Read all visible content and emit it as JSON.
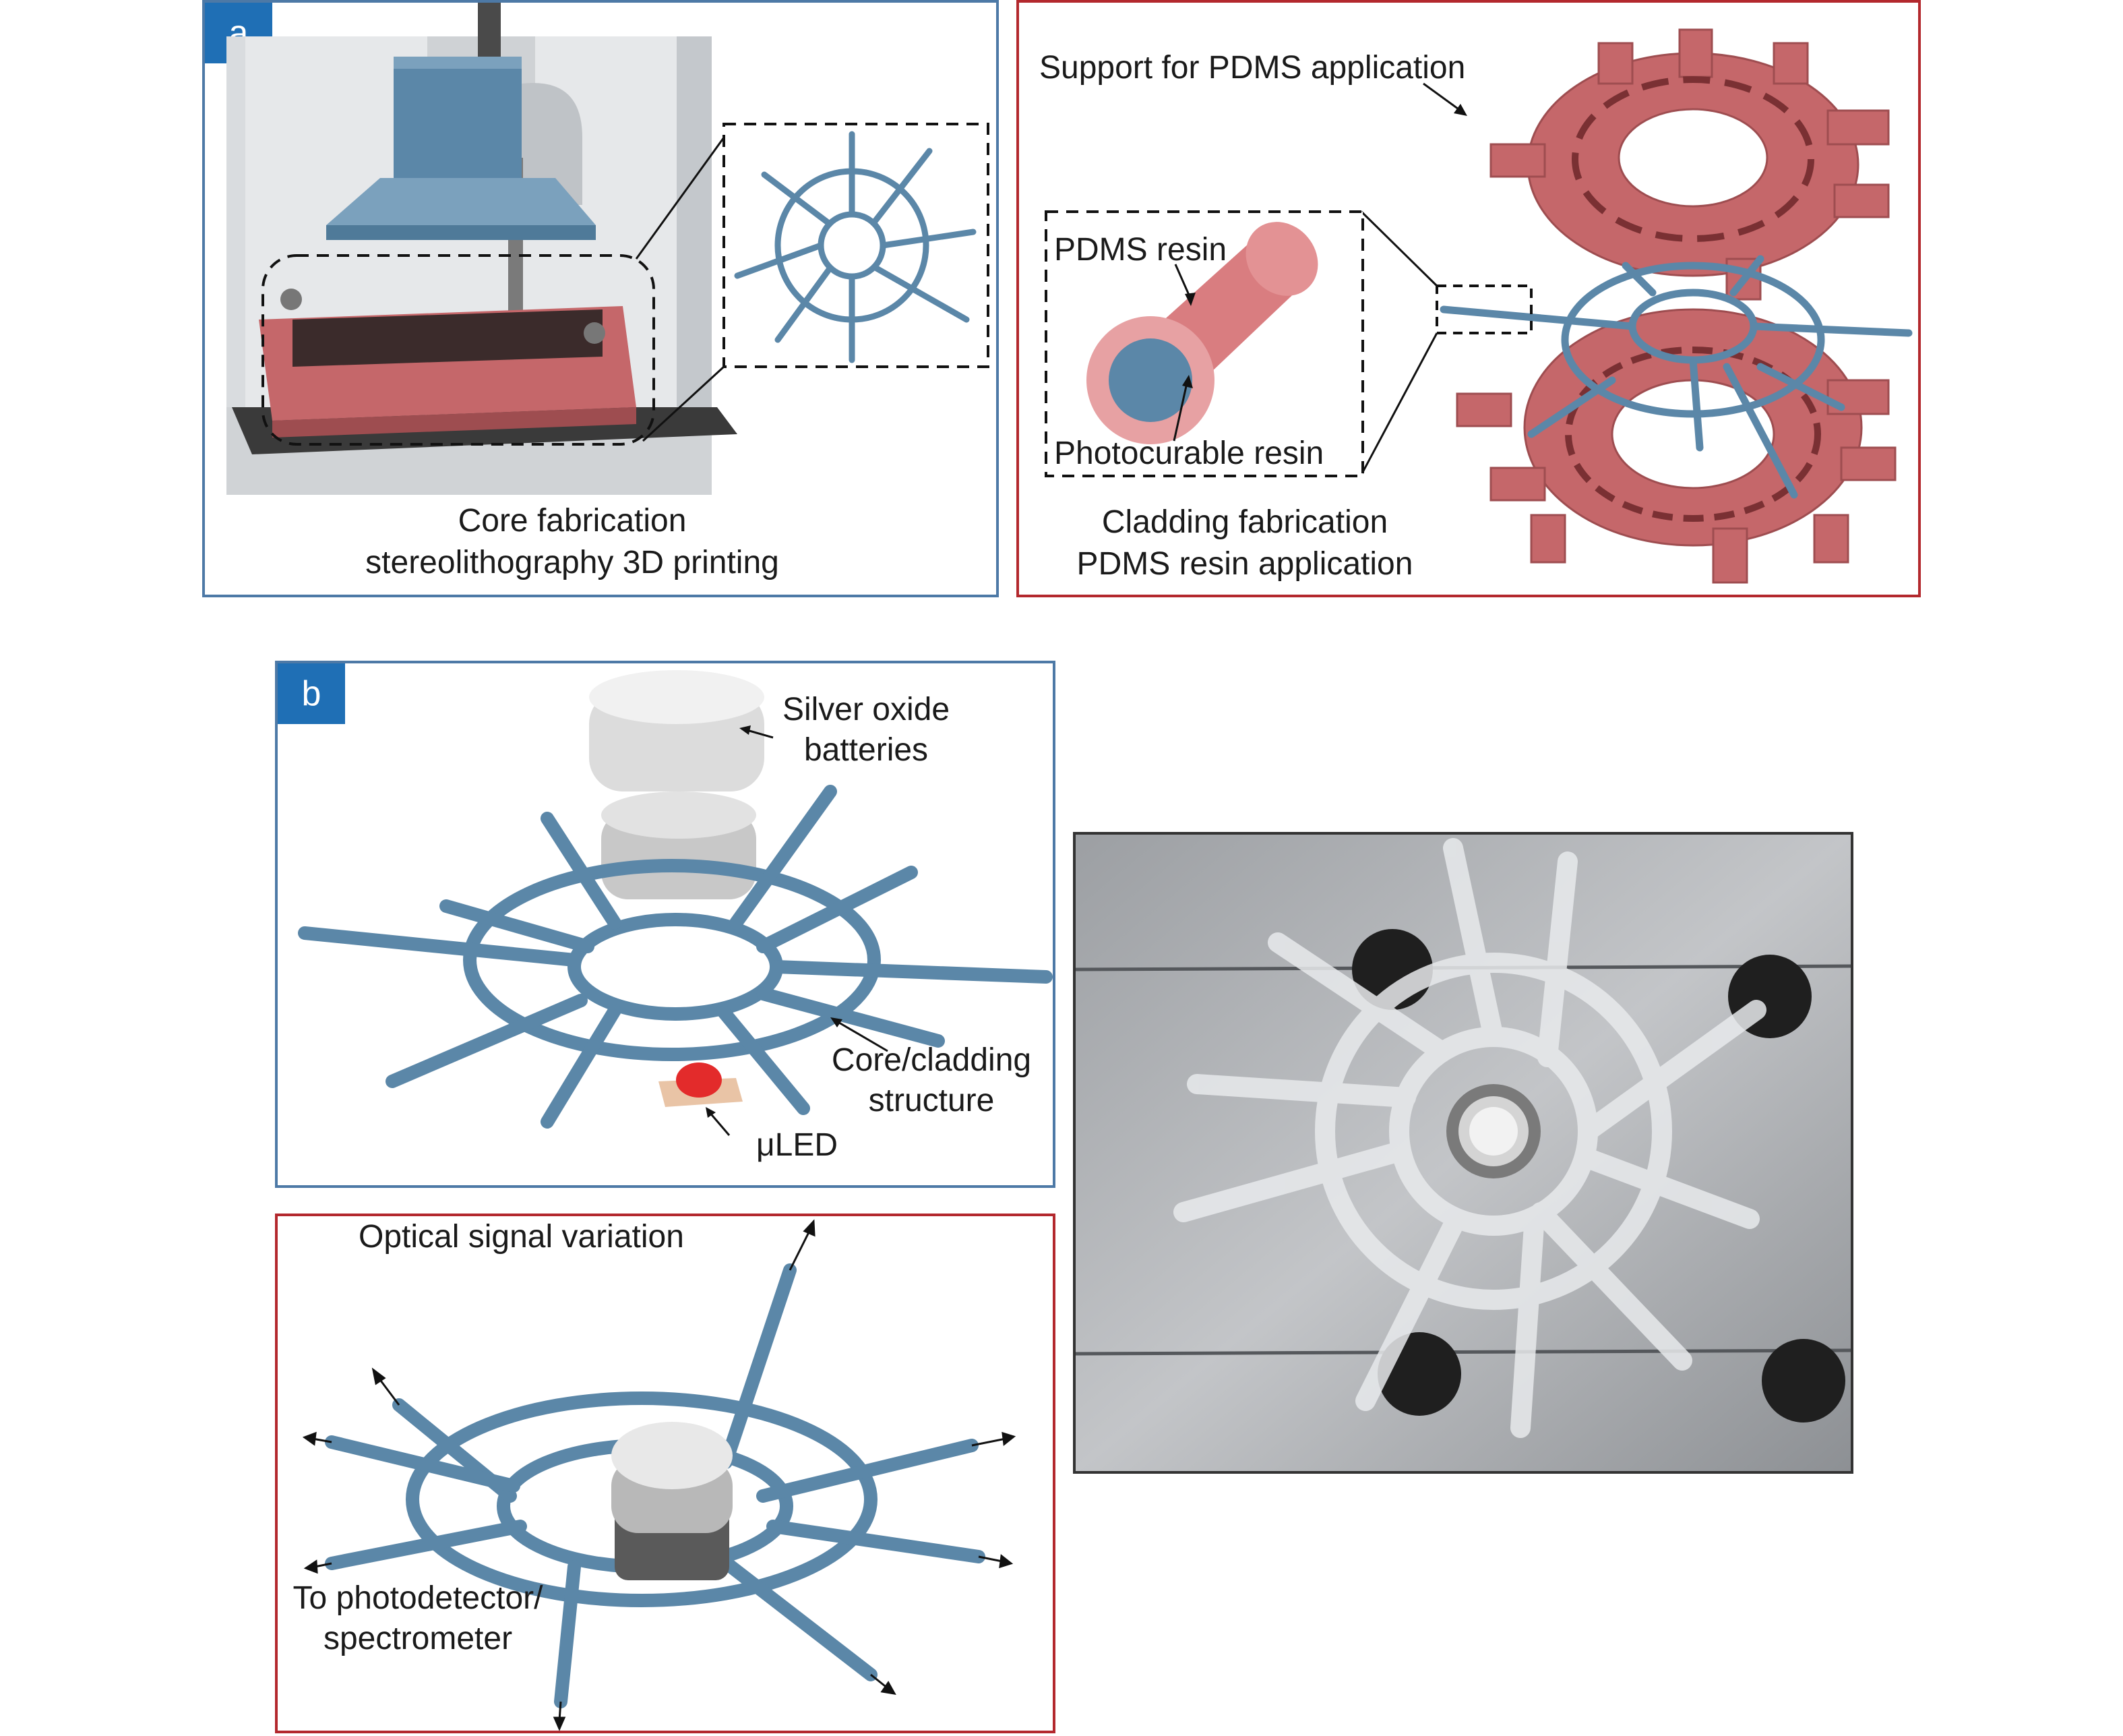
{
  "panel_a": {
    "tag": "a",
    "core_caption_line1": "Core fabrication",
    "core_caption_line2": "stereolithography 3D printing",
    "support_label": "Support for PDMS application",
    "pdms_resin_label": "PDMS resin",
    "photocurable_label": "Photocurable resin",
    "cladding_caption_line1": "Cladding fabrication",
    "cladding_caption_line2": "PDMS resin application"
  },
  "panel_b": {
    "tag": "b",
    "batteries_line1": "Silver oxide",
    "batteries_line2": "batteries",
    "structure_line1": "Core/cladding",
    "structure_line2": "structure",
    "uled_label": "μLED",
    "optical_label": "Optical signal variation",
    "detector_line1": "To photodetector/",
    "detector_line2": "spectrometer"
  },
  "colors": {
    "core_blue": "#5b87a8",
    "pdms_red": "#c5676a",
    "frame_blue": "#4d79a6",
    "frame_red": "#b3282d",
    "tag_blue": "#1f6fb5"
  }
}
